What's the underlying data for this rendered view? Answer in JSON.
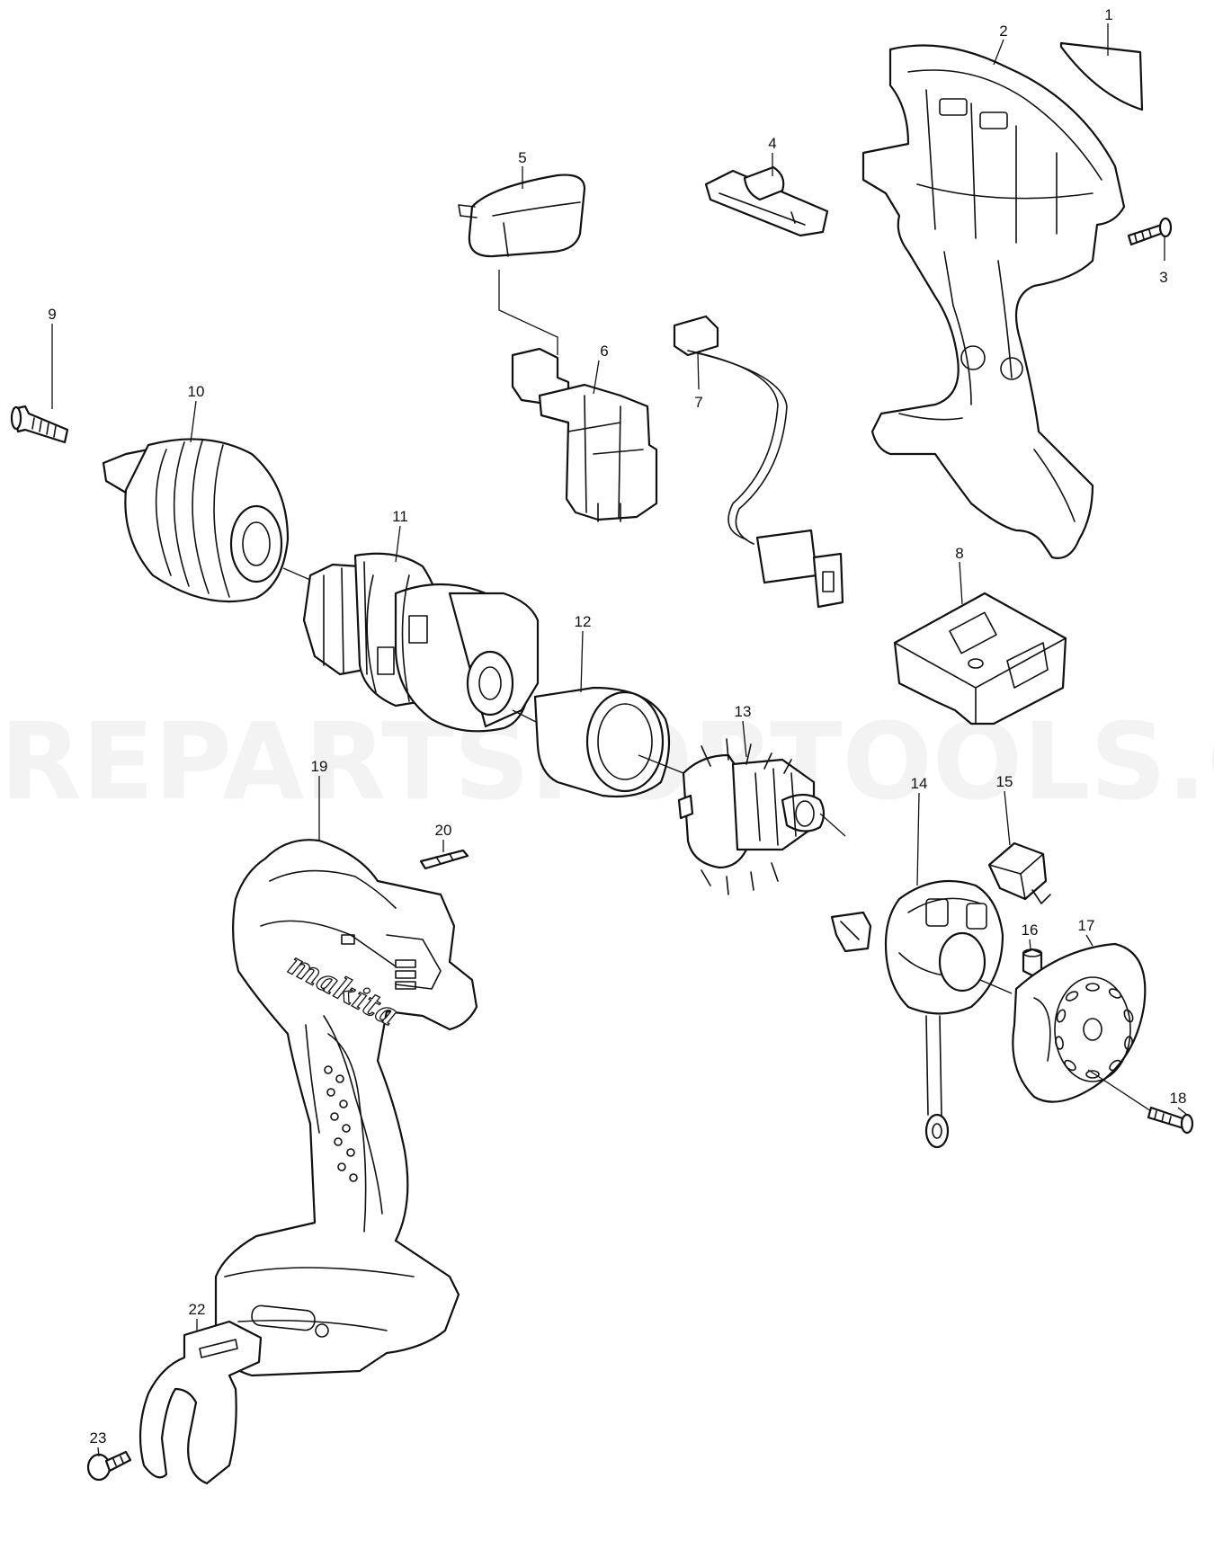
{
  "watermark": "REPARTSFORTOOLS.COM",
  "brand_logo": "makita",
  "callouts": [
    {
      "id": "callout-1",
      "label": "1"
    },
    {
      "id": "callout-2",
      "label": "2"
    },
    {
      "id": "callout-3",
      "label": "3"
    },
    {
      "id": "callout-4",
      "label": "4"
    },
    {
      "id": "callout-5",
      "label": "5"
    },
    {
      "id": "callout-6",
      "label": "6"
    },
    {
      "id": "callout-7",
      "label": "7"
    },
    {
      "id": "callout-8",
      "label": "8"
    },
    {
      "id": "callout-9",
      "label": "9"
    },
    {
      "id": "callout-10",
      "label": "10"
    },
    {
      "id": "callout-11",
      "label": "11"
    },
    {
      "id": "callout-12",
      "label": "12"
    },
    {
      "id": "callout-13",
      "label": "13"
    },
    {
      "id": "callout-14",
      "label": "14"
    },
    {
      "id": "callout-15",
      "label": "15"
    },
    {
      "id": "callout-16",
      "label": "16"
    },
    {
      "id": "callout-17",
      "label": "17"
    },
    {
      "id": "callout-18",
      "label": "18"
    },
    {
      "id": "callout-19",
      "label": "19"
    },
    {
      "id": "callout-20",
      "label": "20"
    },
    {
      "id": "callout-22",
      "label": "22"
    },
    {
      "id": "callout-23",
      "label": "23"
    }
  ]
}
